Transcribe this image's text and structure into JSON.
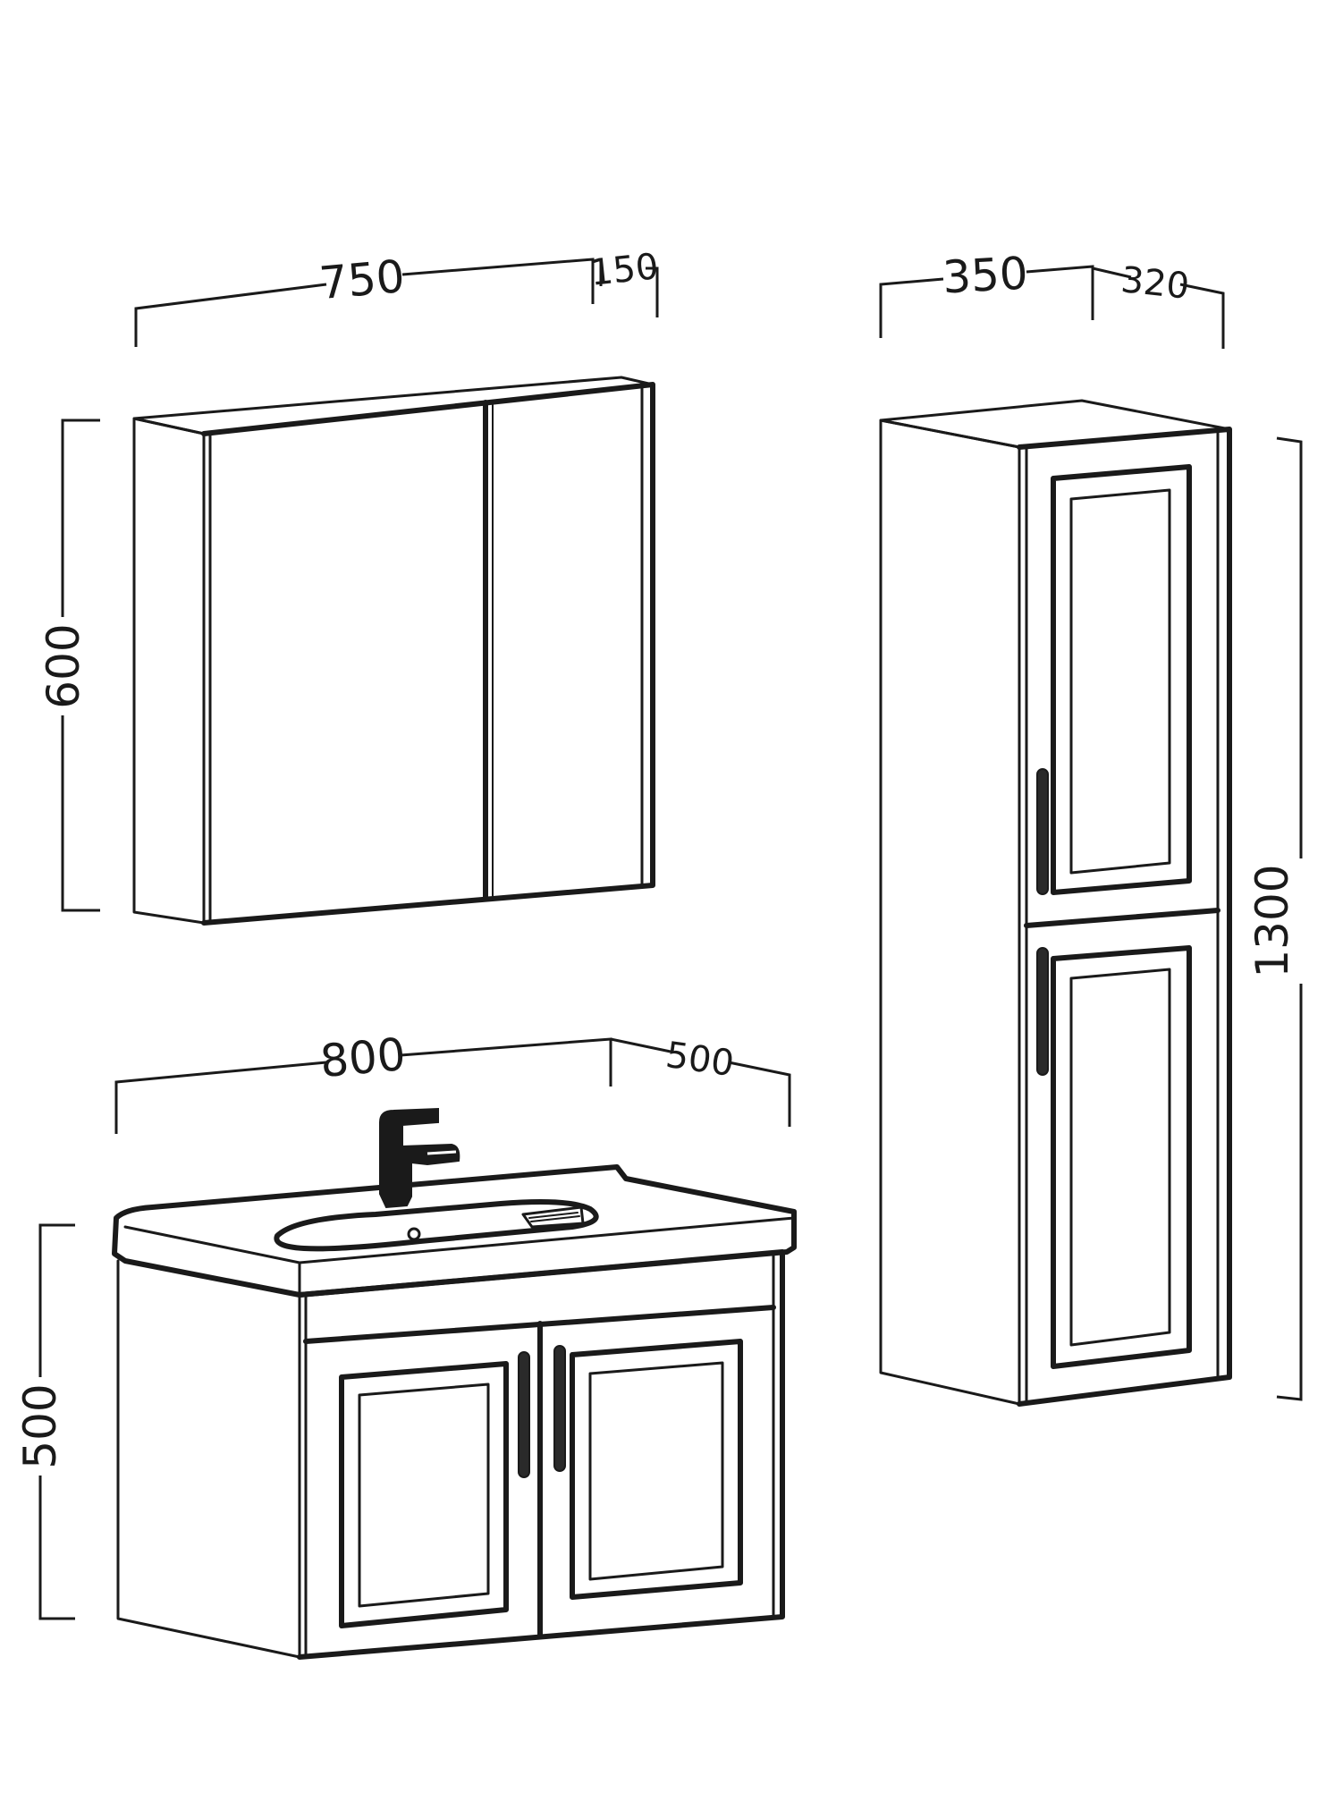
{
  "dimensions": {
    "mirror_cabinet_width": "750",
    "mirror_cabinet_depth": "150",
    "mirror_cabinet_height": "600",
    "tall_cabinet_width": "350",
    "tall_cabinet_depth": "320",
    "tall_cabinet_height": "1300",
    "vanity_width": "800",
    "vanity_depth": "500",
    "vanity_height": "500"
  },
  "colors": {
    "line": "#1a1a1a",
    "background": "#ffffff"
  }
}
